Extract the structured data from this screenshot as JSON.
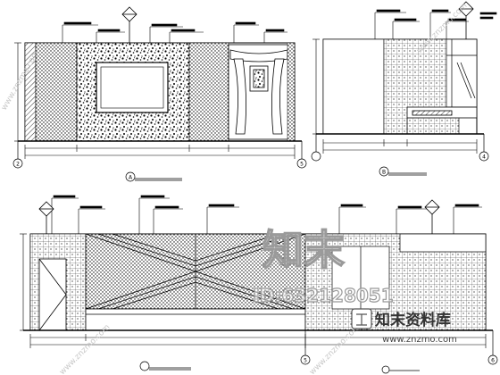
{
  "drawing": {
    "sheet_type": "interior elevation drawings (CAD)",
    "line_color": "#000000",
    "background": "#ffffff"
  },
  "elevations": [
    {
      "id": "A",
      "title_code": "A",
      "title_text": "",
      "scale_text": ""
    },
    {
      "id": "B",
      "title_code": "B",
      "title_text": "",
      "scale_text": ""
    },
    {
      "id": "C",
      "title_code": "",
      "title_text": "",
      "scale_text": ""
    }
  ],
  "axis_markers": {
    "left_top": "2",
    "mid_top": "5",
    "right_top": "4",
    "left_bottom": "5",
    "right_bottom": "6"
  },
  "watermark": {
    "brand_top": "知末",
    "id_text": "ID:632128051",
    "brand_bottom": "知末资料库",
    "site": "www.znzmo.com",
    "diagonal_left": "www.znzmo.com",
    "diagonal_right": "www.znzmo.com",
    "color": "#bdbdbd"
  }
}
